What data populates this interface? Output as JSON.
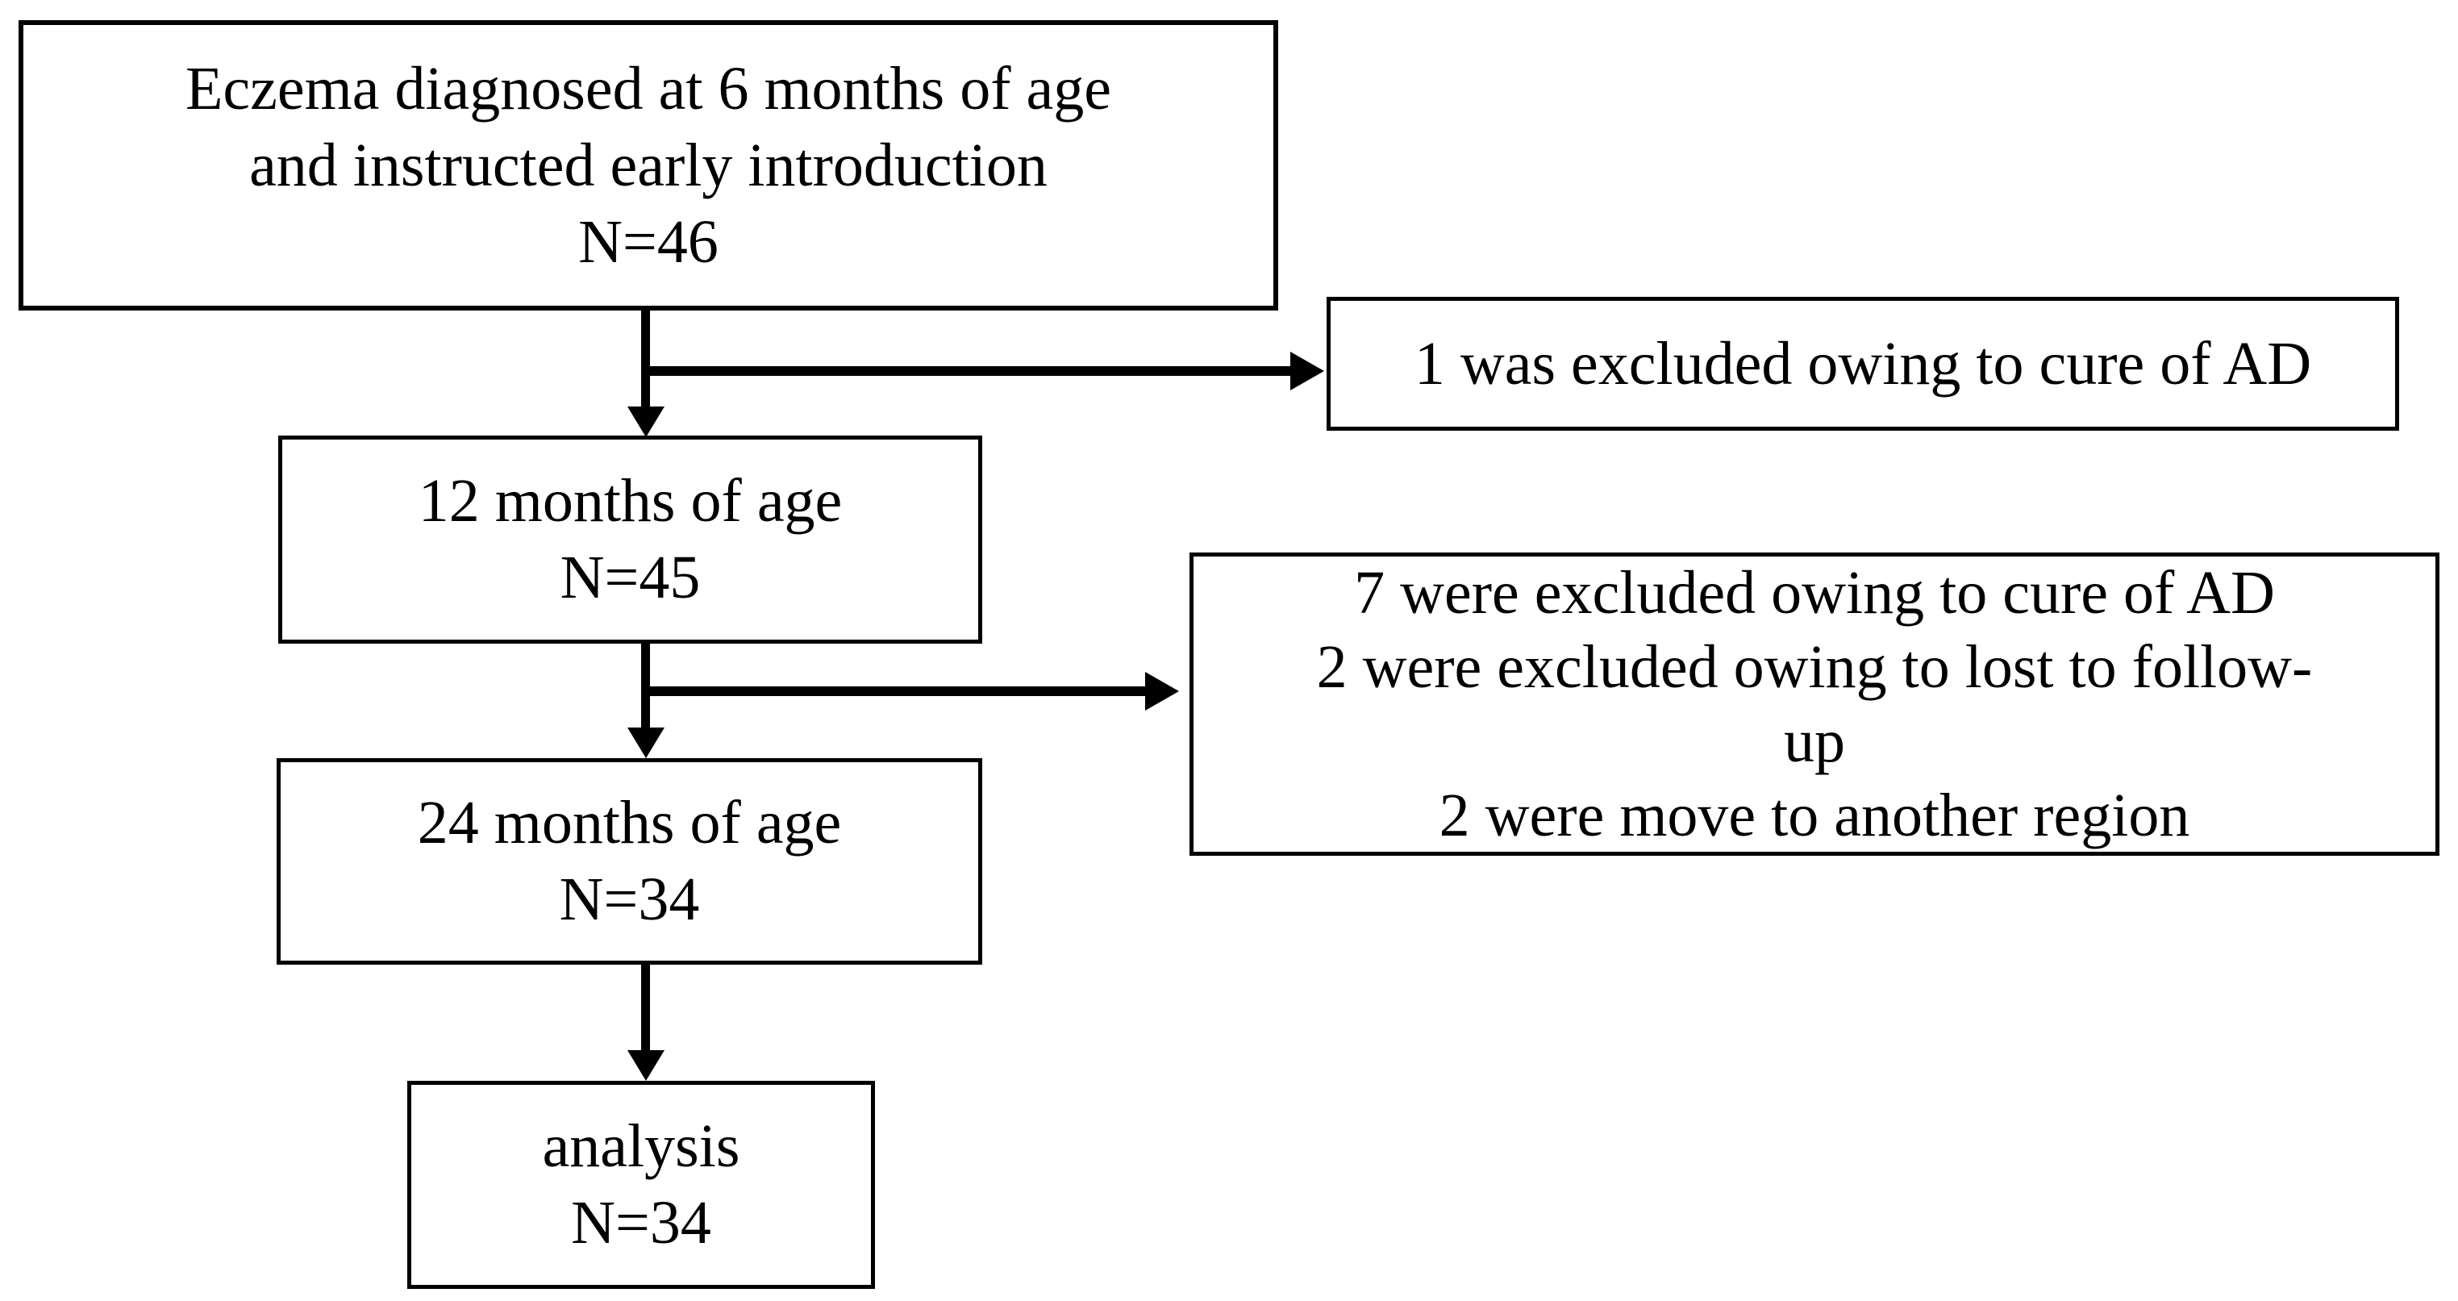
{
  "figure": {
    "type": "patient-flow-diagram",
    "ink_color": "#000000",
    "background_color": "#ffffff"
  },
  "boxes": {
    "enrollment": {
      "lines": [
        "Eczema diagnosed at 6 months of age",
        "and instructed early introduction",
        "N=46"
      ],
      "n": 46
    },
    "age12": {
      "lines": [
        "12 months of age",
        "N=45"
      ],
      "n": 45
    },
    "age24": {
      "lines": [
        "24 months of age",
        "N=34"
      ],
      "n": 34
    },
    "analysis": {
      "lines": [
        "analysis",
        "N=34"
      ],
      "n": 34
    },
    "excluded1": {
      "lines": [
        "1 was excluded owing to cure of AD"
      ]
    },
    "excluded2": {
      "lines": [
        "7 were excluded owing to cure of AD",
        "2 were excluded owing to lost to follow-",
        "up",
        "2 were move to another region"
      ]
    }
  }
}
